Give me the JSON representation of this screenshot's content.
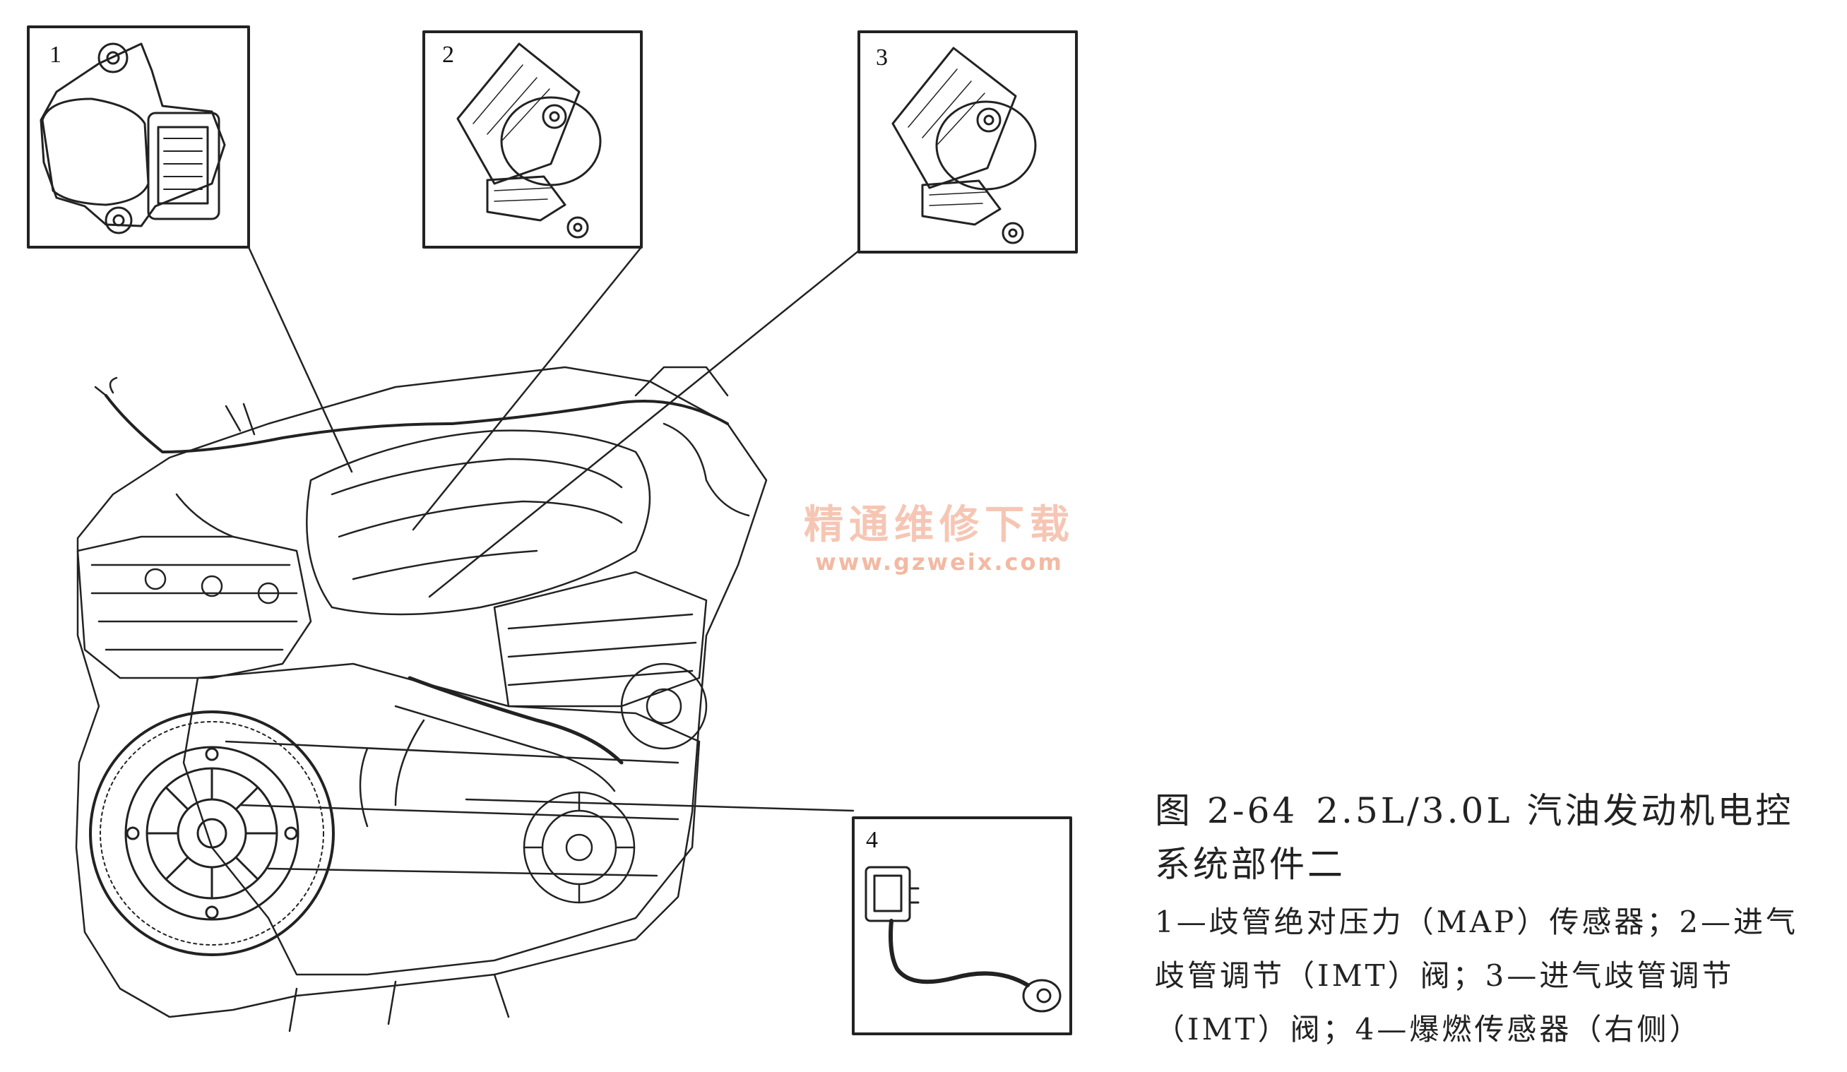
{
  "callouts": [
    {
      "number": "1",
      "name": "manifold-absolute-pressure-sensor",
      "icon": "map-sensor-icon"
    },
    {
      "number": "2",
      "name": "intake-manifold-tuning-valve",
      "icon": "imt-valve-icon"
    },
    {
      "number": "3",
      "name": "intake-manifold-tuning-valve",
      "icon": "imt-valve-icon"
    },
    {
      "number": "4",
      "name": "knock-sensor-right",
      "icon": "knock-sensor-icon"
    }
  ],
  "caption": {
    "figure_number": "图 2-64",
    "title": "2.5L/3.0L 汽油发动机电控系统部件二",
    "legend": "1—歧管绝对压力（MAP）传感器；2—进气歧管调节（IMT）阀；3—进气歧管调节（IMT）阀；4—爆燃传感器（右侧）"
  },
  "watermark": {
    "text": "精通维修下载",
    "url": "www.gzweix.com"
  },
  "colors": {
    "line": "#222222",
    "background": "#ffffff",
    "watermark": "#f6c6b4"
  }
}
